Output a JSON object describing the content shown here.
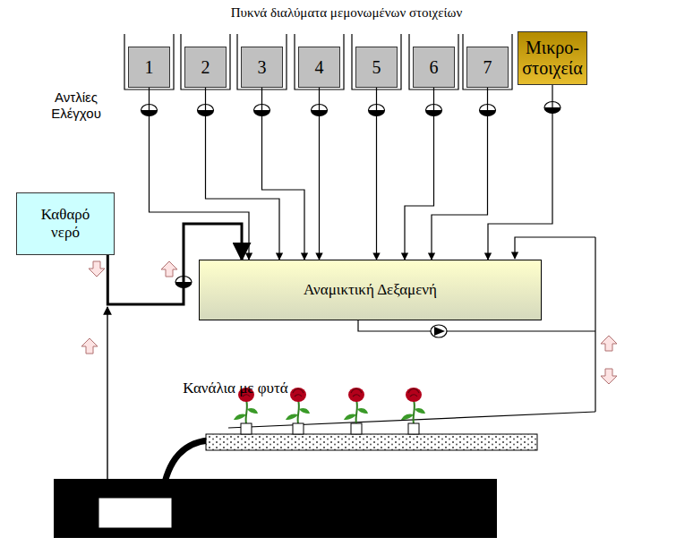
{
  "diagram": {
    "title": "Πυκνά διαλύματα μεμονωμένων στοιχείων",
    "nodes": [
      {
        "text": [
          "1"
        ]
      },
      {
        "text": [
          "2"
        ]
      },
      {
        "text": [
          "3"
        ]
      },
      {
        "text": [
          "4"
        ]
      },
      {
        "text": [
          "5"
        ]
      },
      {
        "text": [
          "6"
        ]
      },
      {
        "text": [
          "7"
        ]
      },
      {
        "text": [
          "Μικρο- στοιχεία"
        ]
      },
      {
        "text": [
          "Καθαρό νερό"
        ]
      },
      {
        "text": [
          "Αναμικτική Δεξαμενή"
        ]
      }
    ],
    "edges": [
      {
        "from": 0,
        "to": 9,
        "arrow": "to"
      },
      {
        "from": 1,
        "to": 9,
        "arrow": "to"
      },
      {
        "from": 2,
        "to": 9,
        "arrow": "to"
      },
      {
        "from": 3,
        "to": 9,
        "arrow": "to"
      },
      {
        "from": 4,
        "to": 9,
        "arrow": "to"
      },
      {
        "from": 5,
        "to": 9,
        "arrow": "to"
      },
      {
        "from": 6,
        "to": 9,
        "arrow": "to"
      },
      {
        "from": 7,
        "to": 9,
        "arrow": "to"
      },
      {
        "from": 8,
        "to": 9,
        "arrow": "to"
      }
    ],
    "labels": [
      "Αντλίες Ελέγχου",
      "Κανάλια με φυτά"
    ]
  }
}
